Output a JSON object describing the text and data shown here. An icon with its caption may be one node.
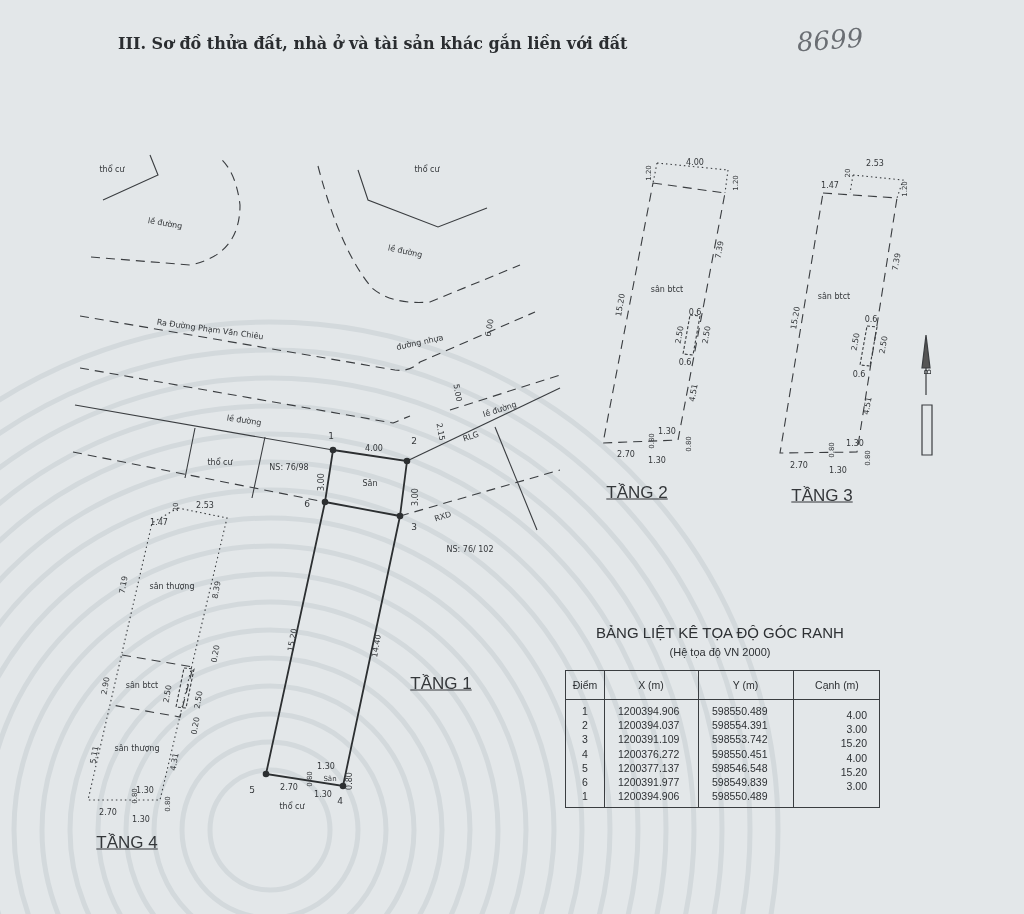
{
  "diagram": {
    "title": "III. Sơ đồ thửa đất, nhà ở và tài sản khác gắn liền với đất",
    "labels": [
      "8699",
      "thổ cư",
      "thổ cư",
      "lề đường",
      "lề đường",
      "Ra Đường Phạm Văn Chiêu",
      "đường nhựa",
      "6.00",
      "5.00",
      "2.15",
      "lề đường",
      "lề đường",
      "RLG",
      "1",
      "4.00",
      "2",
      "thổ cư",
      "NS: 76/98",
      "3.00",
      "Sân",
      "3.00",
      "6",
      "3",
      "RXD",
      "NS: 76/ 102",
      "20",
      "2.53",
      "1.47",
      "7.19",
      "sân thượng",
      "8.39",
      "0.20",
      "2.90",
      "sân btct",
      "2.50",
      "2.50",
      "0.20",
      "5.11",
      "sân thượng",
      "4.31",
      "0.80",
      "1.30",
      "0.80",
      "2.70",
      "1.30",
      "TẦNG 4",
      "15.20",
      "14.40",
      "TẦNG 1",
      "5",
      "2.70",
      "0.80",
      "1.30",
      "Sân",
      "1.30",
      "0.80",
      "4",
      "thổ cư",
      "1.20",
      "4.00",
      "1.20",
      "15.20",
      "sân btct",
      "7.39",
      "0.6",
      "2.50",
      "2.50",
      "0.6",
      "4.51",
      "1.30",
      "0.80",
      "0.80",
      "2.70",
      "1.30",
      "TẦNG 2",
      "20",
      "2.53",
      "1.47",
      "1.20",
      "15.20",
      "sân btct",
      "7.39",
      "0.6",
      "2.50",
      "2.50",
      "0.6",
      "4.51",
      "1.30",
      "0.80",
      "0.80",
      "2.70",
      "1.30",
      "TẦNG 3",
      "B",
      "BẢNG LIỆT KÊ TỌA ĐỘ GÓC RANH",
      "(Hệ tọa độ VN 2000)",
      "Điểm",
      "X (m)",
      "Y (m)",
      "Cạnh (m)",
      "1",
      "1200394.906",
      "598550.489",
      "4.00",
      "2",
      "1200394.037",
      "598554.391",
      "3.00",
      "3",
      "1200391.109",
      "598553.742",
      "15.20",
      "4",
      "1200376.272",
      "598550.451",
      "4.00",
      "5",
      "1200377.137",
      "598546.548",
      "15.20",
      "6",
      "1200391.977",
      "598549.839",
      "3.00",
      "1",
      "1200394.906",
      "598550.489"
    ]
  }
}
